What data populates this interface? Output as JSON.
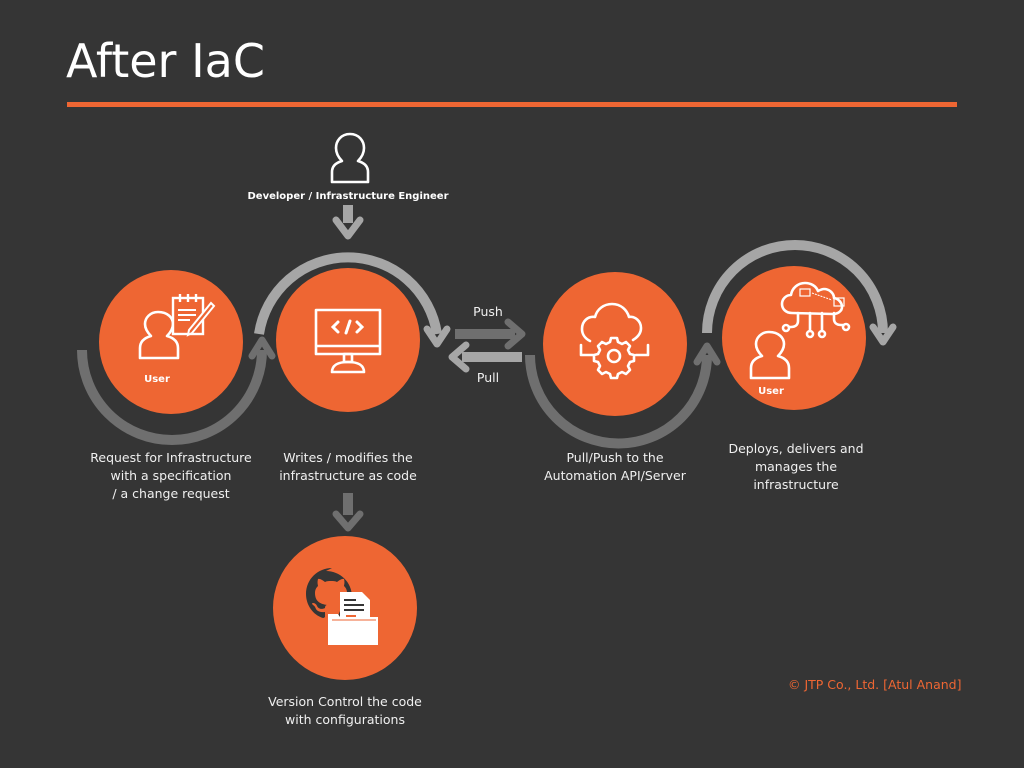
{
  "slide": {
    "title": "After IaC",
    "accent_color": "#ee6633",
    "background_color": "#353535",
    "arrow_color_light": "#a6a6a6",
    "arrow_color_dark": "#6f6f6f"
  },
  "developer": {
    "label": "Developer / Infrastructure Engineer",
    "icon": "user-outline-icon"
  },
  "nodes": [
    {
      "id": "user-request",
      "icon": "user-notepad-icon",
      "inner_label": "User",
      "caption": [
        "Request for Infrastructure",
        "with a specification",
        "/ a change request"
      ]
    },
    {
      "id": "write-code",
      "icon": "monitor-code-icon",
      "caption": [
        "Writes / modifies the",
        "infrastructure as code"
      ]
    },
    {
      "id": "automation",
      "icon": "cloud-gear-icon",
      "caption": [
        "Pull/Push to the",
        "Automation API/Server"
      ]
    },
    {
      "id": "deploy",
      "icon": "cloud-network-user-icon",
      "inner_label": "User",
      "caption": [
        "Deploys, delivers and",
        "manages the",
        "infrastructure"
      ]
    },
    {
      "id": "version-control",
      "icon": "github-folder-icon",
      "caption": [
        "Version Control the code",
        "with configurations"
      ]
    }
  ],
  "arrows": {
    "push_label": "Push",
    "pull_label": "Pull"
  },
  "footer": {
    "copyright": "© JTP Co., Ltd. [Atul Anand]"
  }
}
